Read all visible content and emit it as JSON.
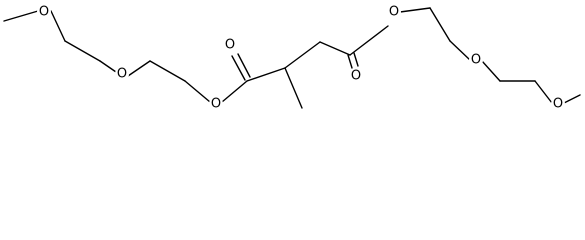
{
  "molecule": {
    "atoms": {
      "o_methoxy_left": "O",
      "o_ether_left": "O",
      "o_ester_left": "O",
      "o_carbonyl_left": "O",
      "o_carbonyl_right": "O",
      "o_ester_right": "O",
      "o_ether_right": "O",
      "o_methoxy_right": "O"
    },
    "colors": {
      "bond": "#000000",
      "label": "#000000",
      "background": "#ffffff"
    }
  }
}
